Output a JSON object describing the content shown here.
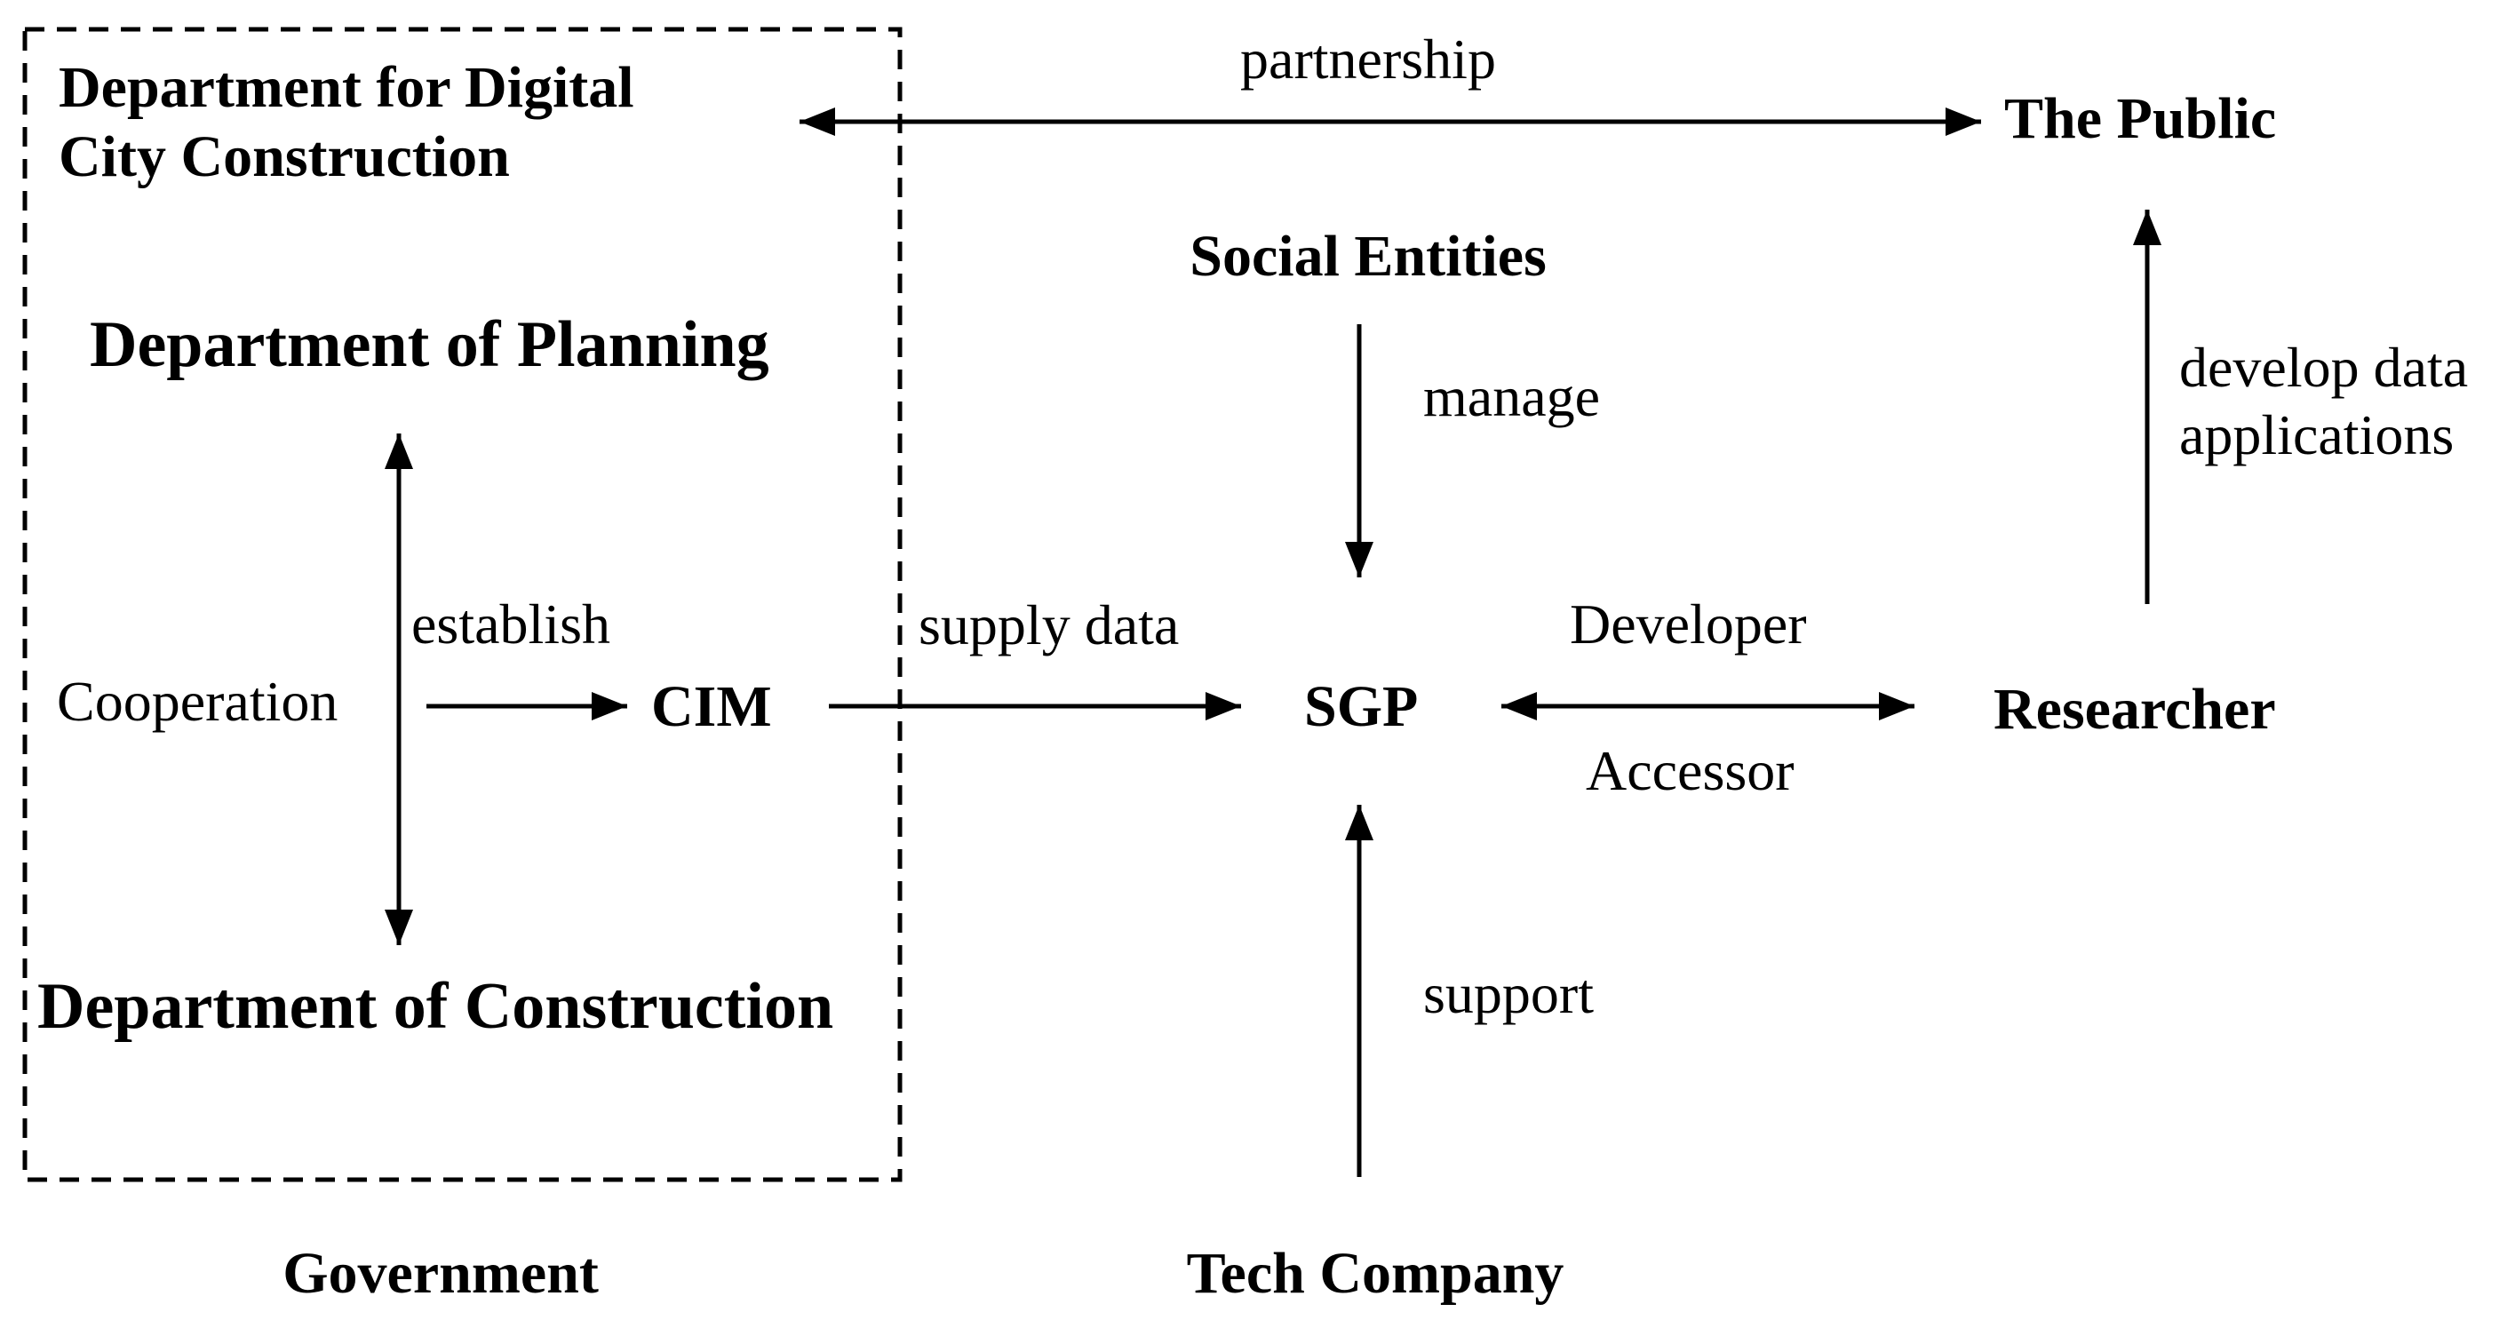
{
  "colors": {
    "ink": "#000000",
    "background": "#ffffff"
  },
  "nodes": {
    "dept_digital": {
      "line1": "Department for Digital",
      "line2": "City Construction"
    },
    "dept_planning": "Department of Planning",
    "dept_construction": "Department of Construction",
    "cooperation": "Cooperation",
    "cim": "CIM",
    "sgp": "SGP",
    "social_entities": "Social Entities",
    "the_public": "The Public",
    "researcher": "Researcher",
    "tech_company": "Tech Company",
    "government": "Government"
  },
  "edges": {
    "partnership": "partnership",
    "establish": "establish",
    "supply_data": "supply data",
    "manage": "manage",
    "support": "support",
    "developer": "Developer",
    "accessor": "Accessor",
    "develop_apps": {
      "line1": "develop data",
      "line2": "applications"
    }
  }
}
